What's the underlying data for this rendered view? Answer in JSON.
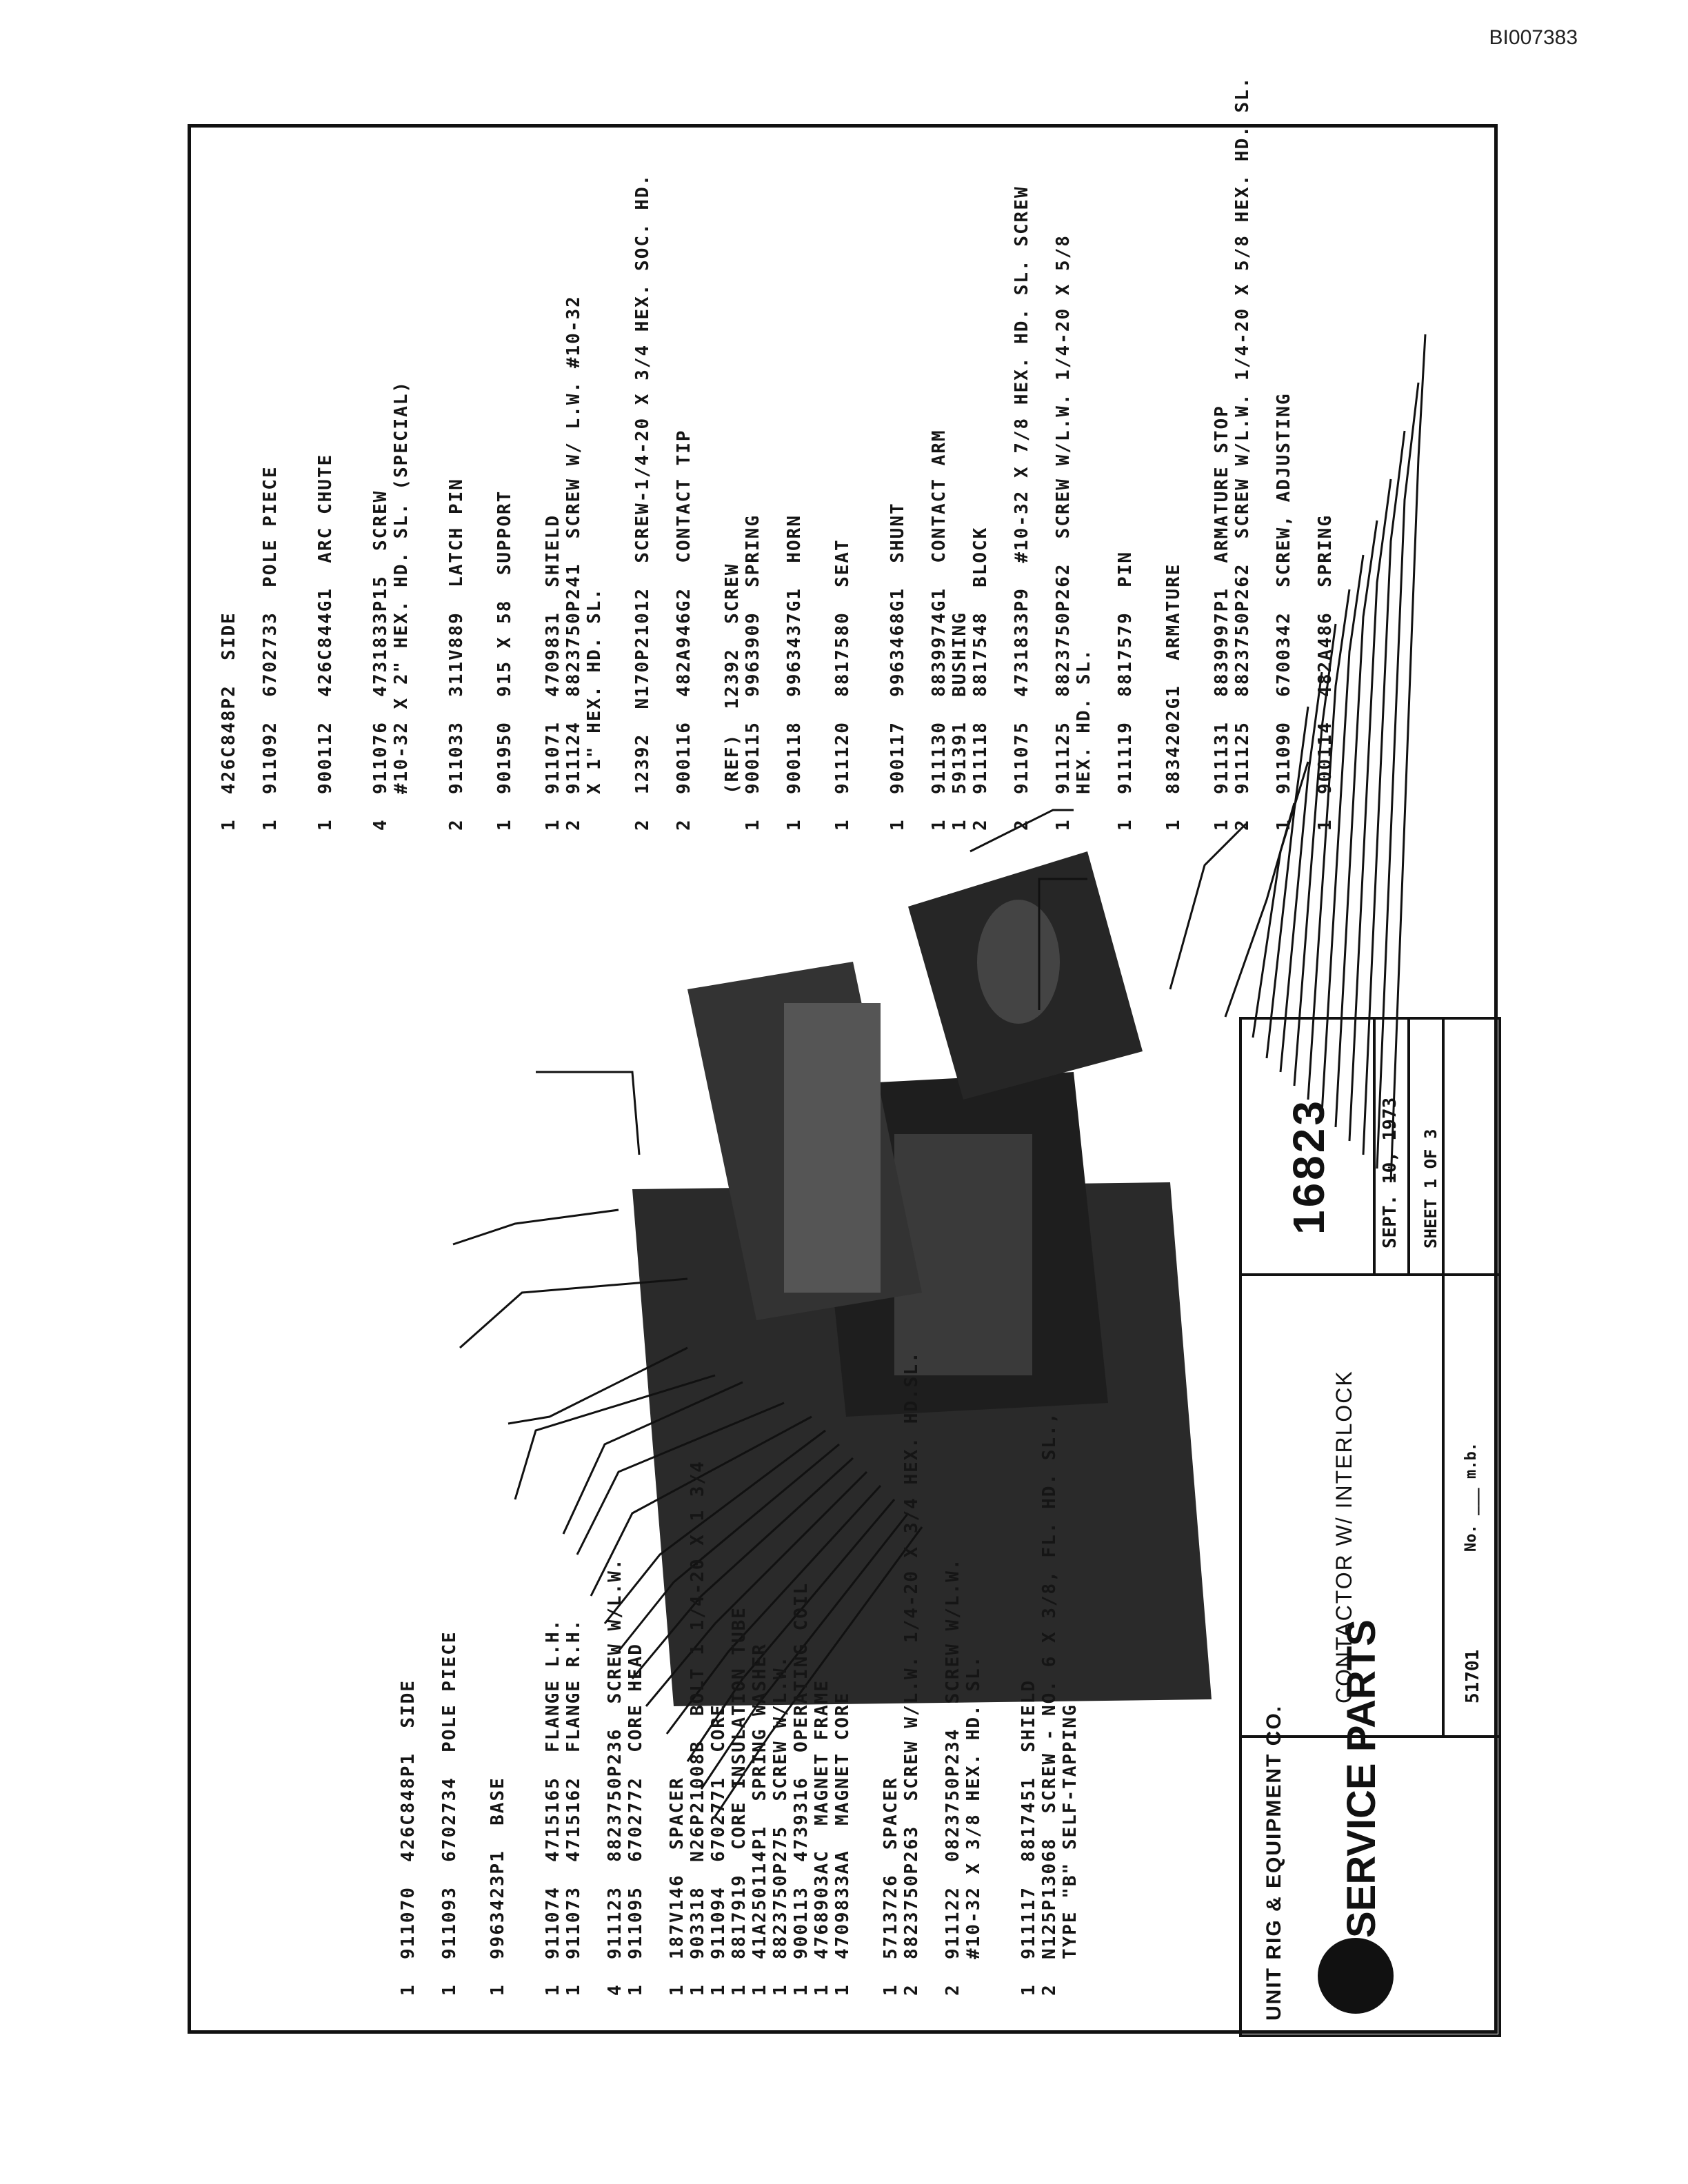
{
  "document_id": "BI007383",
  "title_block": {
    "company": "UNIT RIG & EQUIPMENT CO.",
    "service_parts": "SERVICE PARTS",
    "description": "CONTACTOR W/ INTERLOCK",
    "drawing_number": "16823",
    "date": "SEPT. 10, 1973",
    "sheet": "SHEET 1 OF 3",
    "code": "51701",
    "extra": "No. ___ m.b."
  },
  "callouts_left": [
    "1  911070  426C848P1  SIDE",
    "1  911093  6702734  POLE PIECE",
    "1  9963423P1  BASE",
    "1  911074  4715165  FLANGE L.H.",
    "1  911073  4715162  FLANGE R.H.",
    "4  911123  8823750P236  SCREW W/L.W.",
    "1  911095  6702772  CORE HEAD",
    "1  187V146  SPACER",
    "1  903318  N26P21008B  BOLT 1 1/4-20 X 1 3/4",
    "1  911094  6702771  CORE",
    "1  8817919  CORE INSULATION TUBE",
    "1  41A250114P1  SPRING WASHER",
    "1  8823750P275  SCREW W/L.W.",
    "1  900113  4739316  OPERATING COIL",
    "1  4768903AC  MAGNET FRAME",
    "1  4709833AA  MAGNET CORE",
    "1  5713726  SPACER",
    "2  8823750P263  SCREW W/L.W. 1/4-20 X 3/4 HEX. HD.SL.",
    "2  911122  0823750P234  SCREW W/L.W.",
    "   #10-32 X 3/8 HEX. HD. SL.",
    "1  911117  8817451  SHIELD",
    "2  N125P13068  SCREW - NO. 6 X 3/8, FL. HD. SL.,",
    "   TYPE \"B\" SELF-TAPPING"
  ],
  "callouts_right": [
    "1  426C848P2  SIDE",
    "1  911092  6702733  POLE PIECE",
    "1  900112  426C844G1  ARC CHUTE",
    "4  911076  4731833P15  SCREW",
    "   #10-32 X 2\" HEX. HD. SL. (SPECIAL)",
    "2  911033  311V889  LATCH PIN",
    "1  901950  915 X 58  SUPPORT",
    "1  911071  4709831  SHIELD",
    "2  911124  8823750P241  SCREW W/ L.W. #10-32",
    "   X 1\" HEX. HD. SL.",
    "2  12392  N170P21012  SCREW-1/4-20 X 3/4 HEX. SOC. HD.",
    "2  900116  482A946G2  CONTACT TIP",
    "   (REF)  12392  SCREW",
    "1  900115  9963909  SPRING",
    "1  900118  9963437G1  HORN",
    "1  911120  8817580  SEAT",
    "1  900117  9963468G1  SHUNT",
    "1  911130  8839974G1  CONTACT ARM",
    "1  591391  BUSHING",
    "2  911118  8817548  BLOCK",
    "2  911075  4731833P9  #10-32 X 7/8 HEX. HD. SL. SCREW",
    "1  911125  8823750P262  SCREW W/L.W. 1/4-20 X 5/8",
    "   HEX. HD. SL.",
    "1  911119  8817579  PIN",
    "1  8834202G1  ARMATURE",
    "1  911131  8839997P1  ARMATURE STOP",
    "2  911125  8823750P262  SCREW W/L.W. 1/4-20 X 5/8 HEX. HD. SL.",
    "1  911090  6700342  SCREW, ADJUSTING",
    "1  900114  482A486  SPRING"
  ]
}
